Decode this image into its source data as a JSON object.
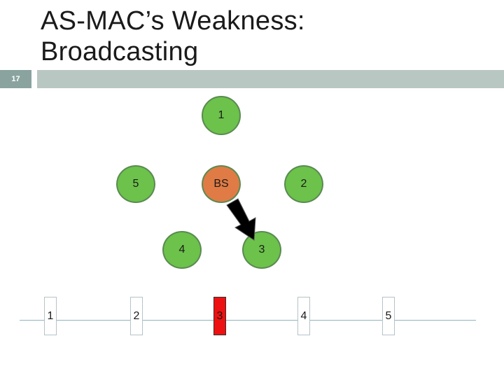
{
  "slide": {
    "number": "17",
    "title_line1": "AS-MAC’s Weakness:",
    "title_line2": "Broadcasting"
  },
  "nodes": {
    "n1": "1",
    "n5": "5",
    "bs": "BS",
    "n2": "2",
    "n4": "4",
    "n3": "3"
  },
  "timeline": {
    "slots": [
      "1",
      "2",
      "3",
      "4",
      "5"
    ],
    "active_slot": "3"
  },
  "colors": {
    "node_fill": "#6cc24a",
    "bs_fill": "#e07b45",
    "active_slot": "#ee1111",
    "title_bar": "#b9c7c3"
  }
}
